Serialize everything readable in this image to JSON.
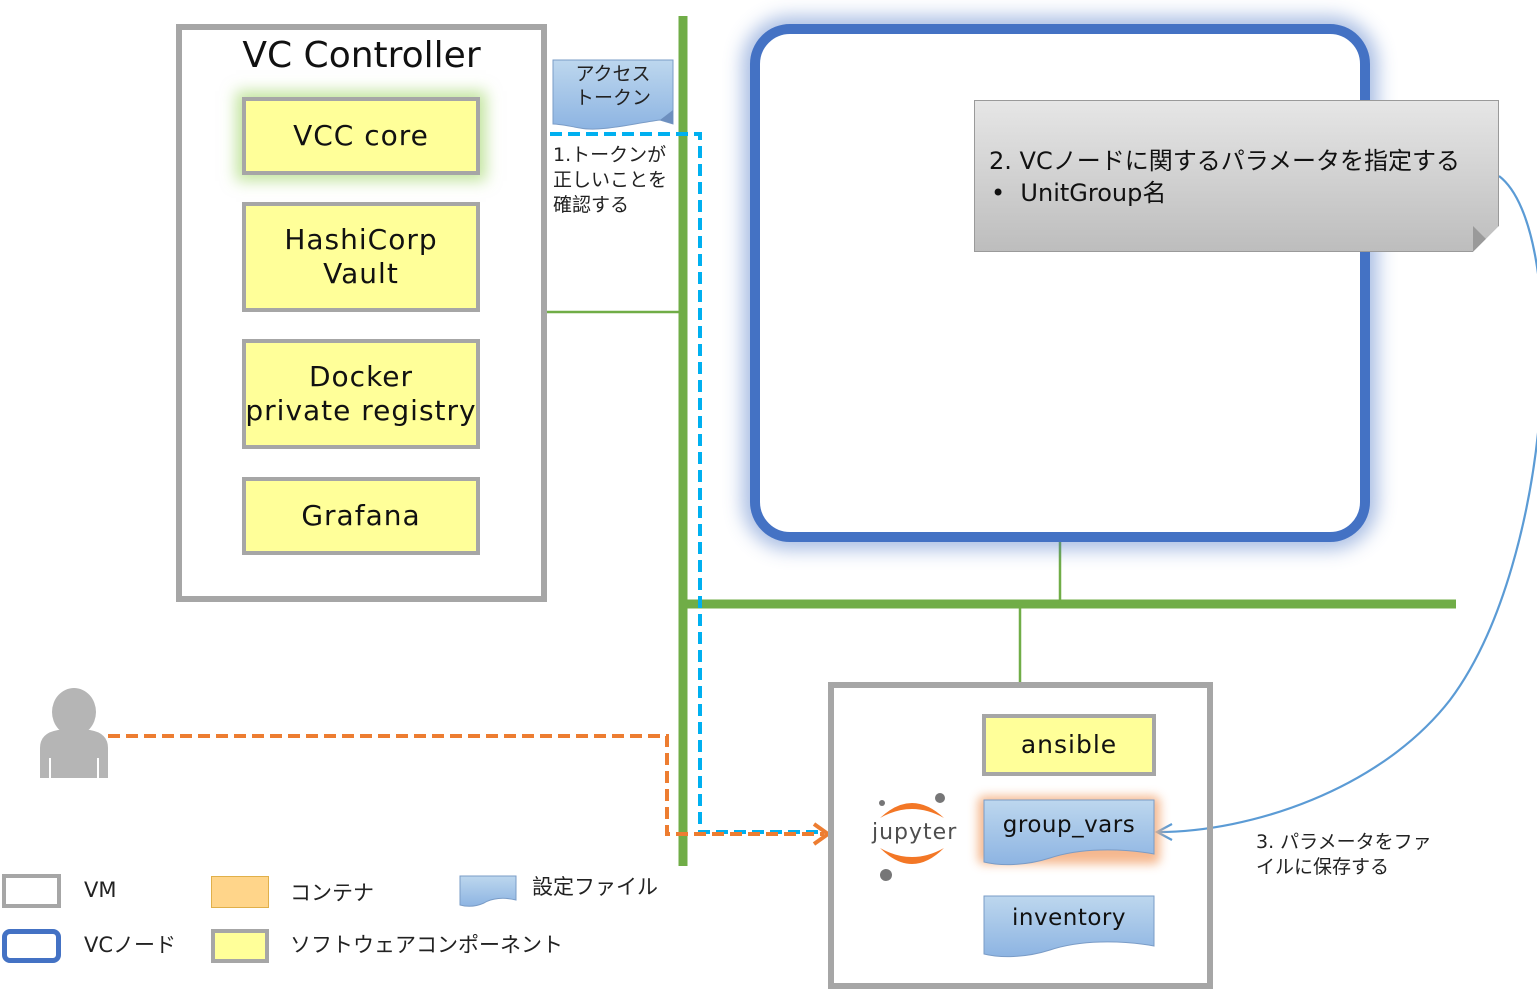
{
  "vc_controller": {
    "title": "VC Controller",
    "components": [
      "VCC core",
      "HashiCorp\nVault",
      "Docker\nprivate registry",
      "Grafana"
    ]
  },
  "access_token": {
    "label": "アクセス\nトークン"
  },
  "step1": {
    "text": "1.トークンが\n正しいことを\n確認する"
  },
  "step2": {
    "text": "2. VCノードに関するパラメータを指定する",
    "bullet": "UnitGroup名"
  },
  "step3": {
    "text": "3. パラメータをファ\nイルに保存する"
  },
  "jupyter": {
    "logo": "jupyter",
    "ansible": "ansible",
    "group_vars": "group_vars",
    "inventory": "inventory"
  },
  "legend": {
    "vm": "VM",
    "container": "コンテナ",
    "config_file": "設定ファイル",
    "vc_node": "VCノード",
    "software": "ソフトウェアコンポーネント"
  },
  "colors": {
    "network": "#70ad47",
    "vc_node_border": "#4472c4",
    "software_fill": "#ffff99",
    "container_fill": "#ffd58a",
    "file_fill": "#9dc3e6",
    "token_arrow": "#00b0f0",
    "user_arrow": "#ed7d31",
    "vm_border": "#a6a6a6"
  }
}
